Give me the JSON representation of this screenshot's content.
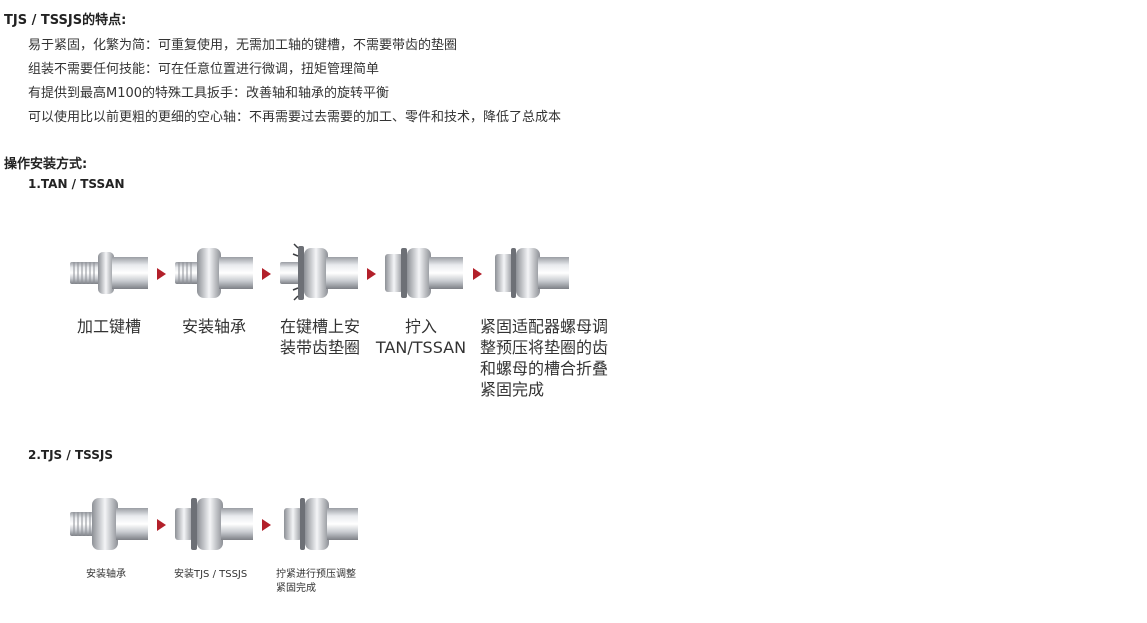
{
  "features": {
    "title": "TJS / TSSJS的特点:",
    "items": [
      "易于紧固，化繁为简：可重复使用，无需加工轴的键槽，不需要带齿的垫圈",
      "组装不需要任何技能：可在任意位置进行微调，扭矩管理简单",
      "有提供到最高M100的特殊工具扳手：改善轴和轴承的旋转平衡",
      "可以使用比以前更粗的更细的空心轴：不再需要过去需要的加工、零件和技术，降低了总成本"
    ]
  },
  "install": {
    "title": "操作安装方式:",
    "section1": {
      "title": "1.TAN / TSSAN",
      "steps": [
        {
          "line1": "加工键槽",
          "line2": ""
        },
        {
          "line1": "安装轴承",
          "line2": ""
        },
        {
          "line1": "在键槽上安",
          "line2": "装带齿垫圈"
        },
        {
          "line1": "拧入",
          "line2": "TAN/TSSAN"
        },
        {
          "line1": "紧固适配器螺母调",
          "line2": "整预压将垫圈的齿",
          "line3": "和螺母的槽合折叠",
          "line4": "紧固完成"
        }
      ]
    },
    "section2": {
      "title": "2.TJS / TSSJS",
      "steps": [
        {
          "line1": "安装轴承",
          "line2": ""
        },
        {
          "line1": "安装TJS / TSSJS",
          "line2": ""
        },
        {
          "line1": "拧紧进行预压调整",
          "line2": "紧固完成"
        }
      ]
    }
  },
  "colors": {
    "arrow": "#b3202a",
    "metal_light": "#f2f3f5",
    "metal_dark": "#8d9096"
  }
}
